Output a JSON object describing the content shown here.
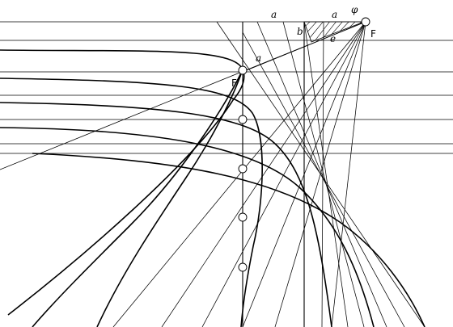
{
  "labels": {
    "a_top": "a",
    "a_top_right": "a",
    "phi": "φ",
    "b": "b",
    "e": "e",
    "a_mid": "a",
    "f_right": "F",
    "f_left": "F"
  },
  "points": [
    {
      "id": "focus"
    },
    {
      "id": "p1"
    },
    {
      "id": "p2"
    },
    {
      "id": "p3"
    },
    {
      "id": "p4"
    },
    {
      "id": "p5"
    }
  ]
}
